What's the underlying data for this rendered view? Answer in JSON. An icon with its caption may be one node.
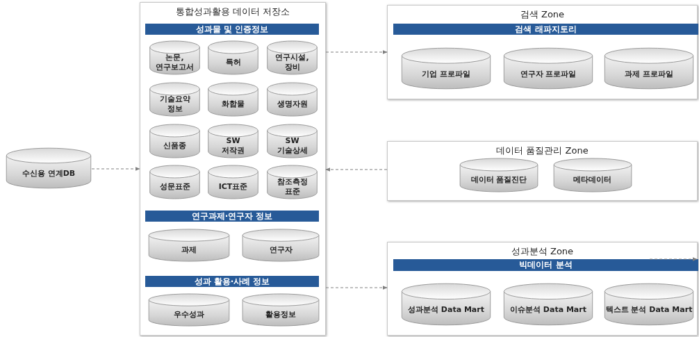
{
  "diagram": {
    "nodes": [
      {
        "text": [
          "수신용 연계DB"
        ]
      },
      {
        "text": [
          "통합성과활용 데이터 저장소"
        ]
      },
      {
        "text": [
          "성과물 및 인증정보"
        ],
        "in": 1
      },
      {
        "text": [
          "논문, 연구보고서"
        ],
        "in": 1
      },
      {
        "text": [
          "특허"
        ],
        "in": 1
      },
      {
        "text": [
          "연구시설, 장비"
        ],
        "in": 1
      },
      {
        "text": [
          "기술요약 정보"
        ],
        "in": 1
      },
      {
        "text": [
          "화합물"
        ],
        "in": 1
      },
      {
        "text": [
          "생명자원"
        ],
        "in": 1
      },
      {
        "text": [
          "신품종"
        ],
        "in": 1
      },
      {
        "text": [
          "SW 저작권"
        ],
        "in": 1
      },
      {
        "text": [
          "SW 기술상세"
        ],
        "in": 1
      },
      {
        "text": [
          "성문표준"
        ],
        "in": 1
      },
      {
        "text": [
          "ICT표준"
        ],
        "in": 1
      },
      {
        "text": [
          "참조측정 표준"
        ],
        "in": 1
      },
      {
        "text": [
          "연구과제·연구자 정보"
        ],
        "in": 1
      },
      {
        "text": [
          "과제"
        ],
        "in": 1
      },
      {
        "text": [
          "연구자"
        ],
        "in": 1
      },
      {
        "text": [
          "성과 활용·사례 정보"
        ],
        "in": 1
      },
      {
        "text": [
          "우수성과"
        ],
        "in": 1
      },
      {
        "text": [
          "활용정보"
        ],
        "in": 1
      },
      {
        "text": [
          "검색 Zone"
        ]
      },
      {
        "text": [
          "검색 래파지토리"
        ],
        "in": 21
      },
      {
        "text": [
          "기업 프로파일"
        ],
        "in": 21
      },
      {
        "text": [
          "연구자 프로파일"
        ],
        "in": 21
      },
      {
        "text": [
          "과제 프로파일"
        ],
        "in": 21
      },
      {
        "text": [
          "데이터 품질관리 Zone"
        ]
      },
      {
        "text": [
          "데이터 품질진단"
        ],
        "in": 26
      },
      {
        "text": [
          "메타데이터"
        ],
        "in": 26
      },
      {
        "text": [
          "성과분석 Zone"
        ]
      },
      {
        "text": [
          "빅데이터 분석"
        ],
        "in": 29
      },
      {
        "text": [
          "성과분석 Data Mart"
        ],
        "in": 29
      },
      {
        "text": [
          "이슈분석 Data Mart"
        ],
        "in": 29
      },
      {
        "text": [
          "텍스트 분석 Data Mart"
        ],
        "in": 29
      }
    ],
    "edges": [
      {
        "from": 0,
        "to": 1,
        "arrow": "to",
        "style": "dashed"
      },
      {
        "from": 1,
        "to": 21,
        "arrow": "to",
        "style": "dashed"
      },
      {
        "from": 26,
        "to": 1,
        "arrow": "to",
        "style": "dashed"
      },
      {
        "from": 1,
        "to": 29,
        "arrow": "to",
        "style": "dashed"
      },
      {
        "from": null,
        "to": 30,
        "arrow": "to",
        "style": "dashed"
      }
    ]
  }
}
